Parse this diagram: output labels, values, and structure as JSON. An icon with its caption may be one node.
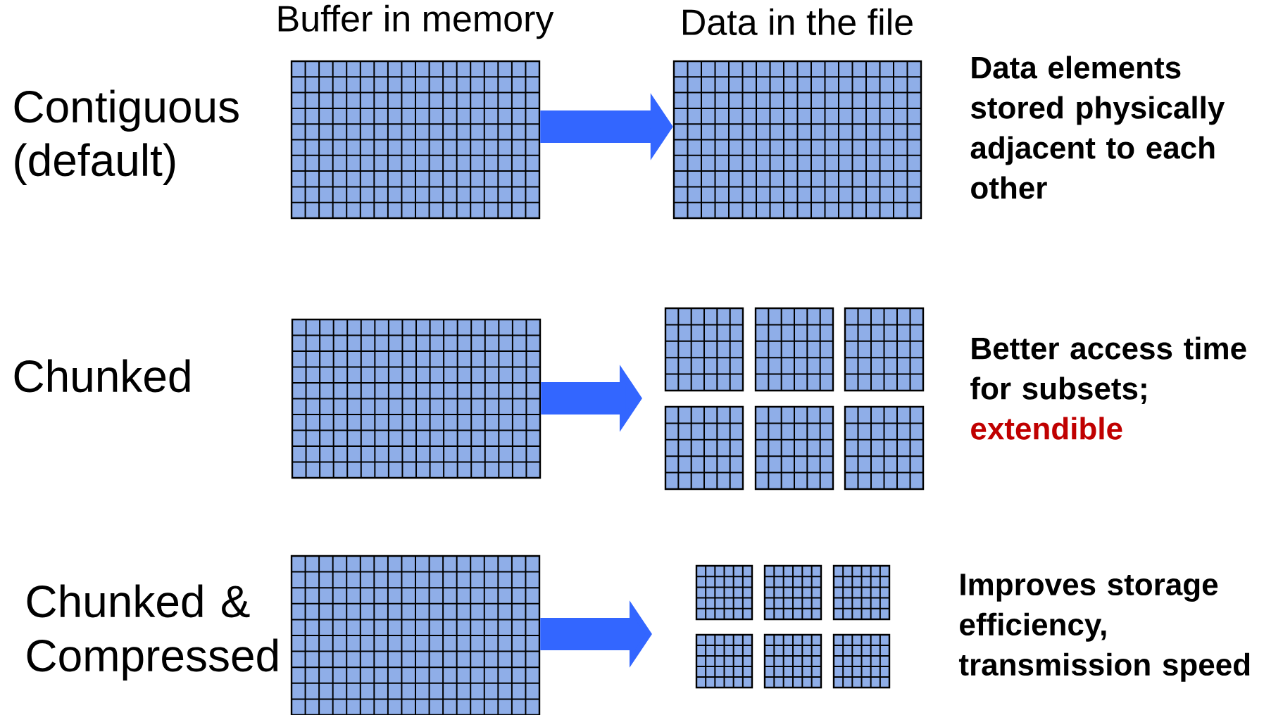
{
  "diagram": {
    "nodes": [
      {
        "text": [],
        "shape": "grid"
      },
      {
        "text": [],
        "shape": "grid"
      },
      {
        "text": [],
        "shape": "grid"
      },
      {
        "text": [],
        "shape": "grid"
      },
      {
        "text": [],
        "shape": "grid"
      },
      {
        "text": [],
        "shape": "grid"
      },
      {
        "text": [],
        "shape": "grid"
      },
      {
        "text": [],
        "shape": "grid"
      },
      {
        "text": [],
        "shape": "grid"
      },
      {
        "text": [],
        "shape": "grid"
      },
      {
        "text": [],
        "shape": "grid"
      },
      {
        "text": [],
        "shape": "grid"
      },
      {
        "text": [],
        "shape": "grid"
      },
      {
        "text": [],
        "shape": "grid"
      },
      {
        "text": [],
        "shape": "grid"
      },
      {
        "text": [],
        "shape": "grid"
      }
    ],
    "edges": [
      {
        "from": 0,
        "to": 1,
        "arrow": "to"
      },
      {
        "from": 2,
        "to": null,
        "arrow": "to"
      },
      {
        "from": 9,
        "to": null,
        "arrow": "to"
      }
    ],
    "labels": [
      "Buffer in memory",
      "Data in the file",
      "Contiguous (default)",
      "Data elements stored physically adjacent to each other",
      "Chunked",
      "Better access time for subsets;",
      "extendible",
      "Chunked & Compressed",
      "Improves storage efficiency, transmission speed"
    ]
  }
}
